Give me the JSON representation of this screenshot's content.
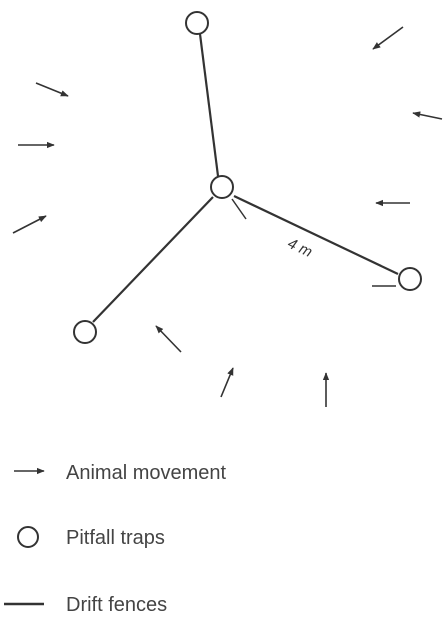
{
  "diagram": {
    "fence_length_label": "4 m",
    "legend": [
      {
        "key": "animal",
        "label": "Animal movement"
      },
      {
        "key": "trap",
        "label": "Pitfall traps"
      },
      {
        "key": "fence",
        "label": "Drift fences"
      }
    ]
  },
  "colors": {
    "line": "#333333",
    "text": "#444444",
    "background": "#ffffff"
  }
}
